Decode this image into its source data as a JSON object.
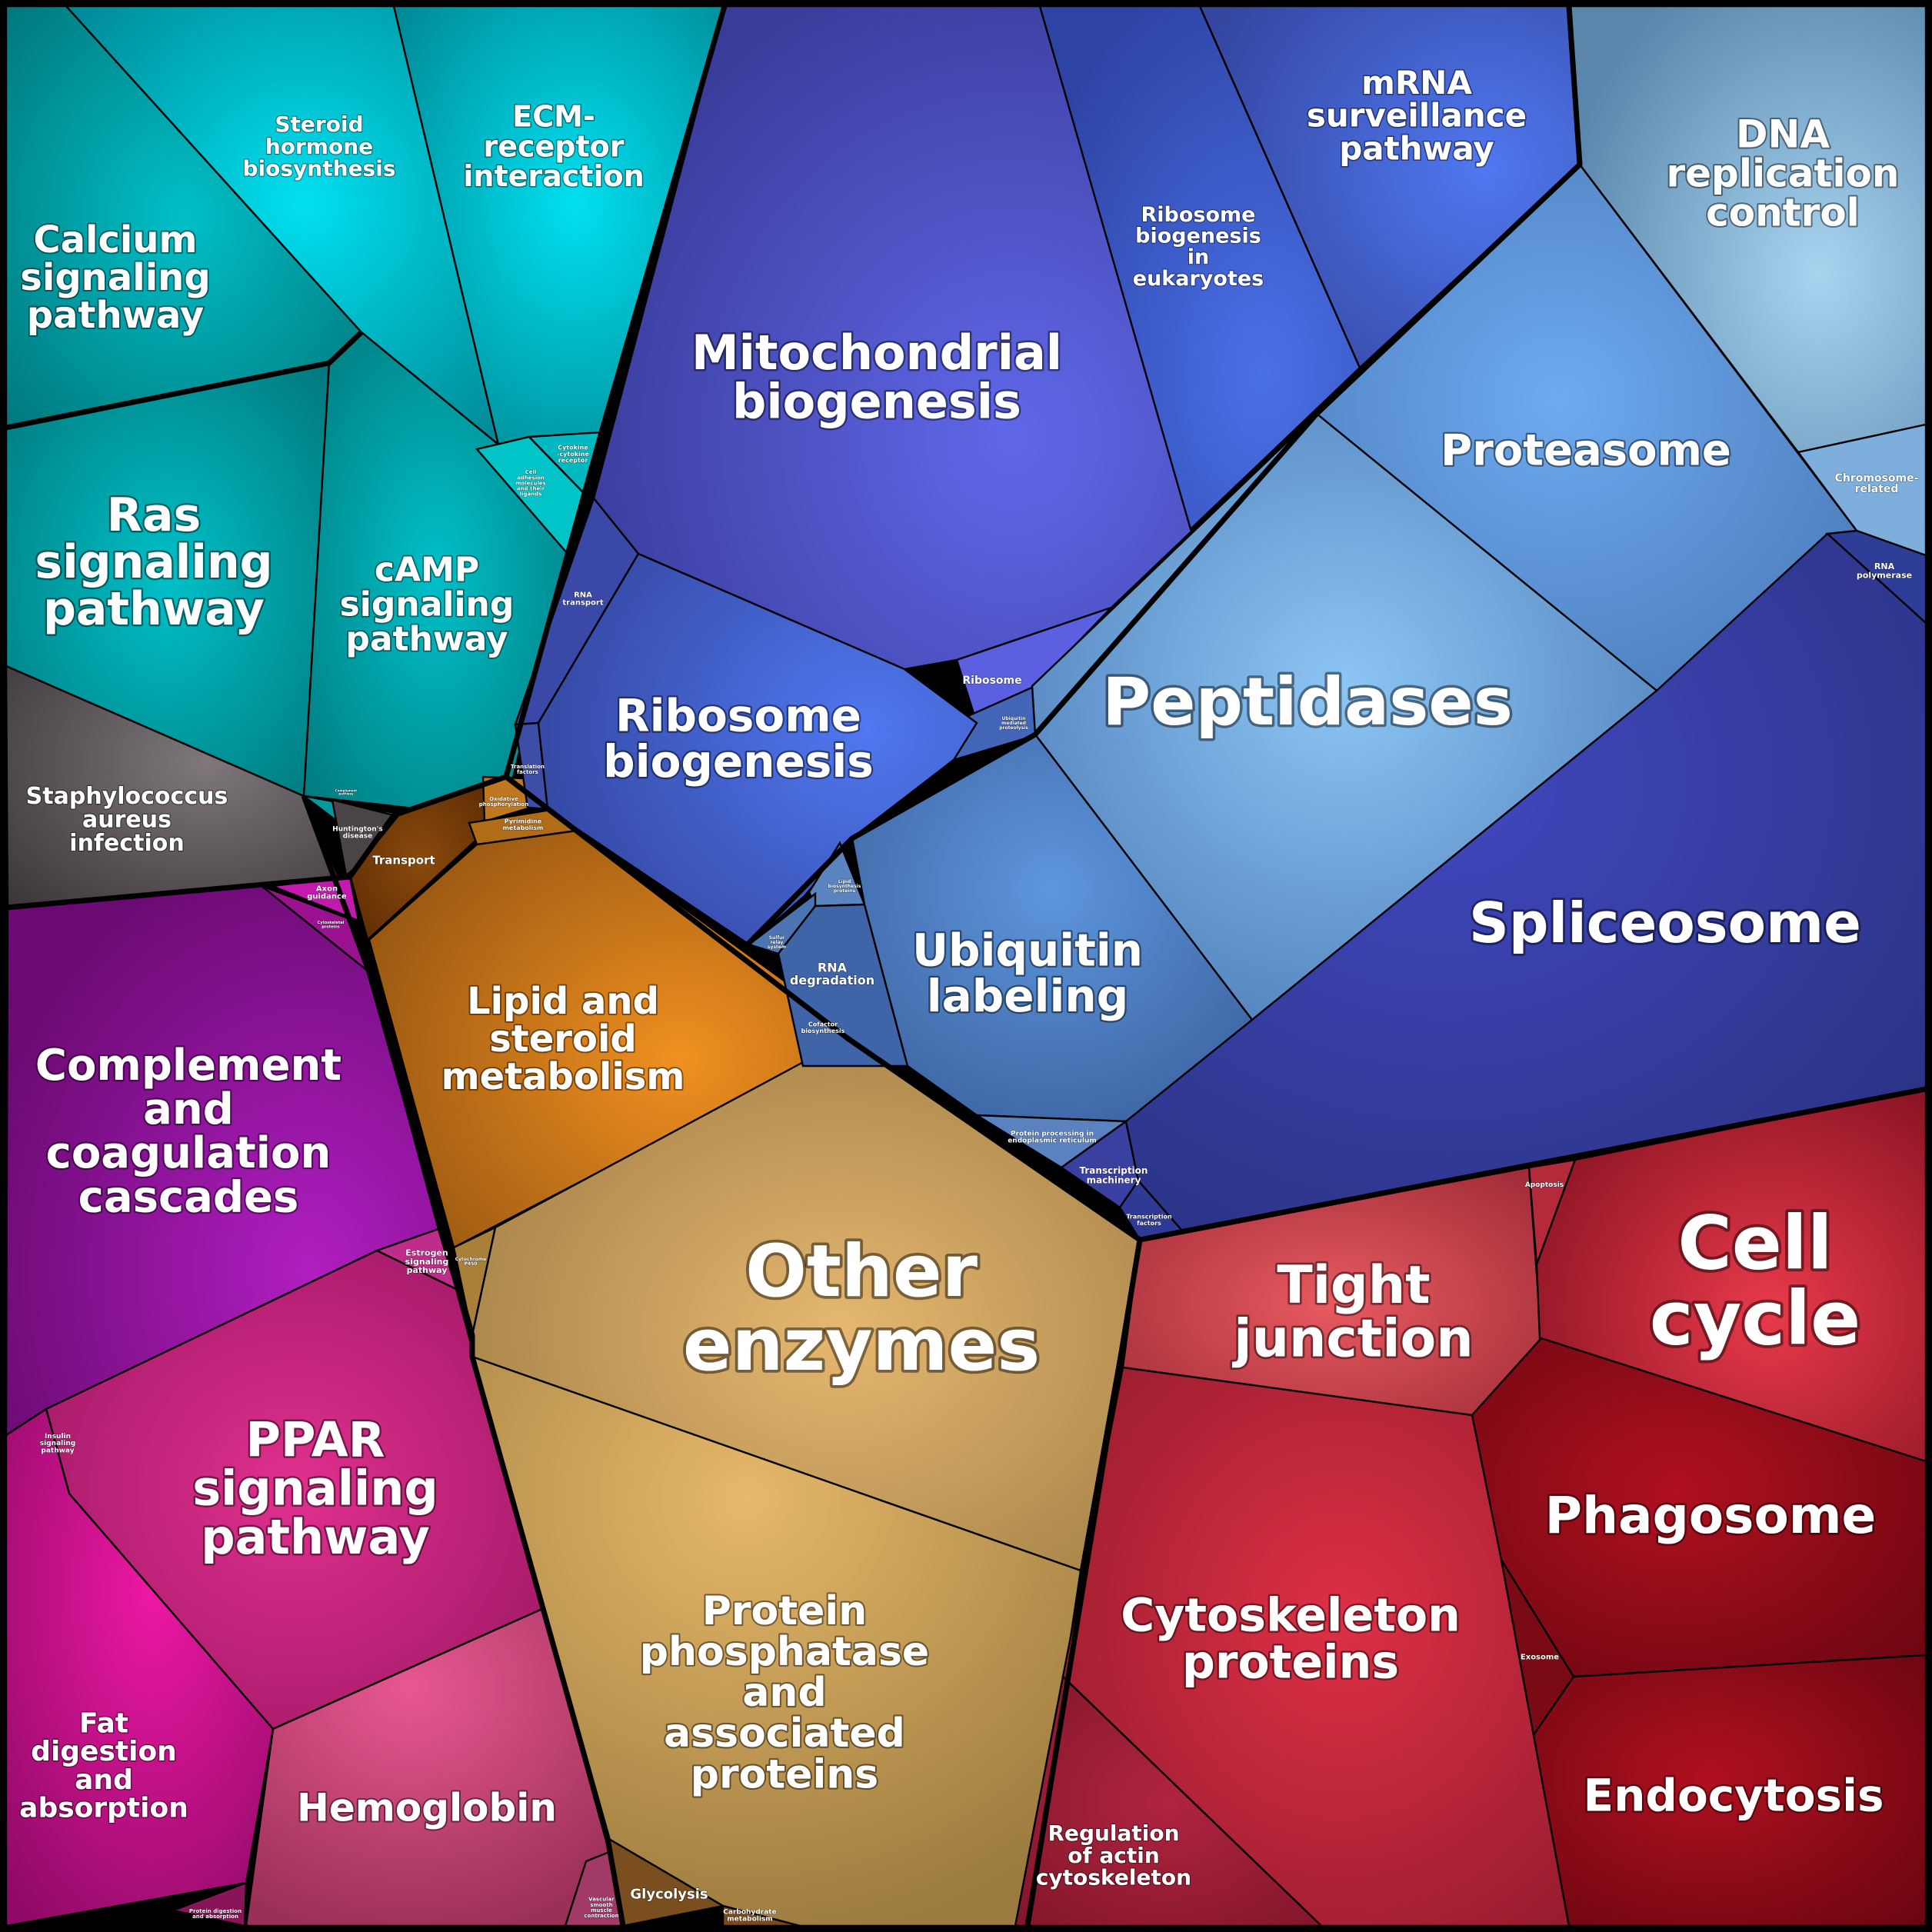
{
  "title": "",
  "colors": {
    "teal": "#06a7b4",
    "gray": "#5f5a5e",
    "purple": "#8e1690",
    "magenta": "#c41f8c",
    "pink": "#c73e73",
    "orange": "#c87a1a",
    "tan": "#c9a264",
    "indigo": "#4a4fc2",
    "blue": "#3f63cf",
    "skyblue": "#5a96d8",
    "slateblue": "#6a96bf",
    "navy": "#2e3a96",
    "red": "#b32236",
    "darkred": "#8a0c18"
  },
  "groups": [
    "teal",
    "gray",
    "purple",
    "magenta",
    "orange",
    "tan",
    "indigo",
    "blue",
    "navy",
    "red"
  ],
  "cells": {
    "calcium": "Calcium signaling pathway",
    "steroid_hormone": "Steroid hormone biosynthesis",
    "ecm": "ECM-receptor interaction",
    "ras": "Ras signaling pathway",
    "camp": "cAMP signaling pathway",
    "cytokine": "Cytokine-cytokine receptor",
    "cell_adhesion": "Cell adhesion molecules and their ligands",
    "complement_small": "Complement pathway",
    "staph": "Staphylococcus aureus infection",
    "huntington": "Huntington's disease",
    "axon": "Axon guidance",
    "cytoskeletal_small": "Cytoskeletal proteins",
    "complement": "Complement and coagulation cascades",
    "ppar": "PPAR signaling pathway",
    "estrogen": "Estrogen signaling pathway",
    "insulin": "Insulin signaling pathway",
    "fat": "Fat digestion and absorption",
    "hemoglobin": "Hemoglobin",
    "protein_digestion": "Protein digestion and absorption",
    "vascular": "Vascular smooth muscle contraction",
    "transport": "Transport",
    "oxphos": "Oxidative phosphorylation",
    "pyrimidine": "Pyrimidine metabolism",
    "lipid": "Lipid and steroid metabolism",
    "cofactor": "Cofactor biosynthesis",
    "cytochrome": "Cytochrome P450",
    "other_enzymes": "Other enzymes",
    "protein_phosphatase": "Protein phosphatase and associated proteins",
    "glycolysis": "Glycolysis",
    "carbohydrate": "Carbohydrate metabolism",
    "mito": "Mitochondrial biogenesis",
    "rna_transport": "RNA transport",
    "translation_factors": "Translation factors",
    "ribosome_bio": "Ribosome biogenesis",
    "ribosome": "Ribosome",
    "ubiquitin_mediated": "Ubiquitin mediated proteolysis",
    "ribosome_euk": "Ribosome biogenesis in eukaryotes",
    "mrna": "mRNA surveillance pathway",
    "dna_rep": "DNA replication control",
    "proteasome": "Proteasome",
    "chromosome": "Chromosome-related",
    "rna_pol": "RNA polymerase",
    "peptidases": "Peptidases",
    "lipid_biosyn": "Lipid biosynthesis proteins",
    "rna_deg": "RNA degradation",
    "sumo": "Sulfur relay system",
    "ubiquitin": "Ubiquitin labeling",
    "protein_er": "Protein processing in endoplasmic reticulum",
    "transcription_mach": "Transcription machinery",
    "transcription_fac": "Transcription factors",
    "spliceosome": "Spliceosome",
    "tight": "Tight junction",
    "apoptosis": "Apoptosis",
    "cell_cycle": "Cell cycle",
    "phagosome": "Phagosome",
    "cytoskeleton": "Cytoskeleton proteins",
    "exosome": "Exosome",
    "endocytosis": "Endocytosis",
    "actin": "Regulation of actin cytoskeleton"
  }
}
